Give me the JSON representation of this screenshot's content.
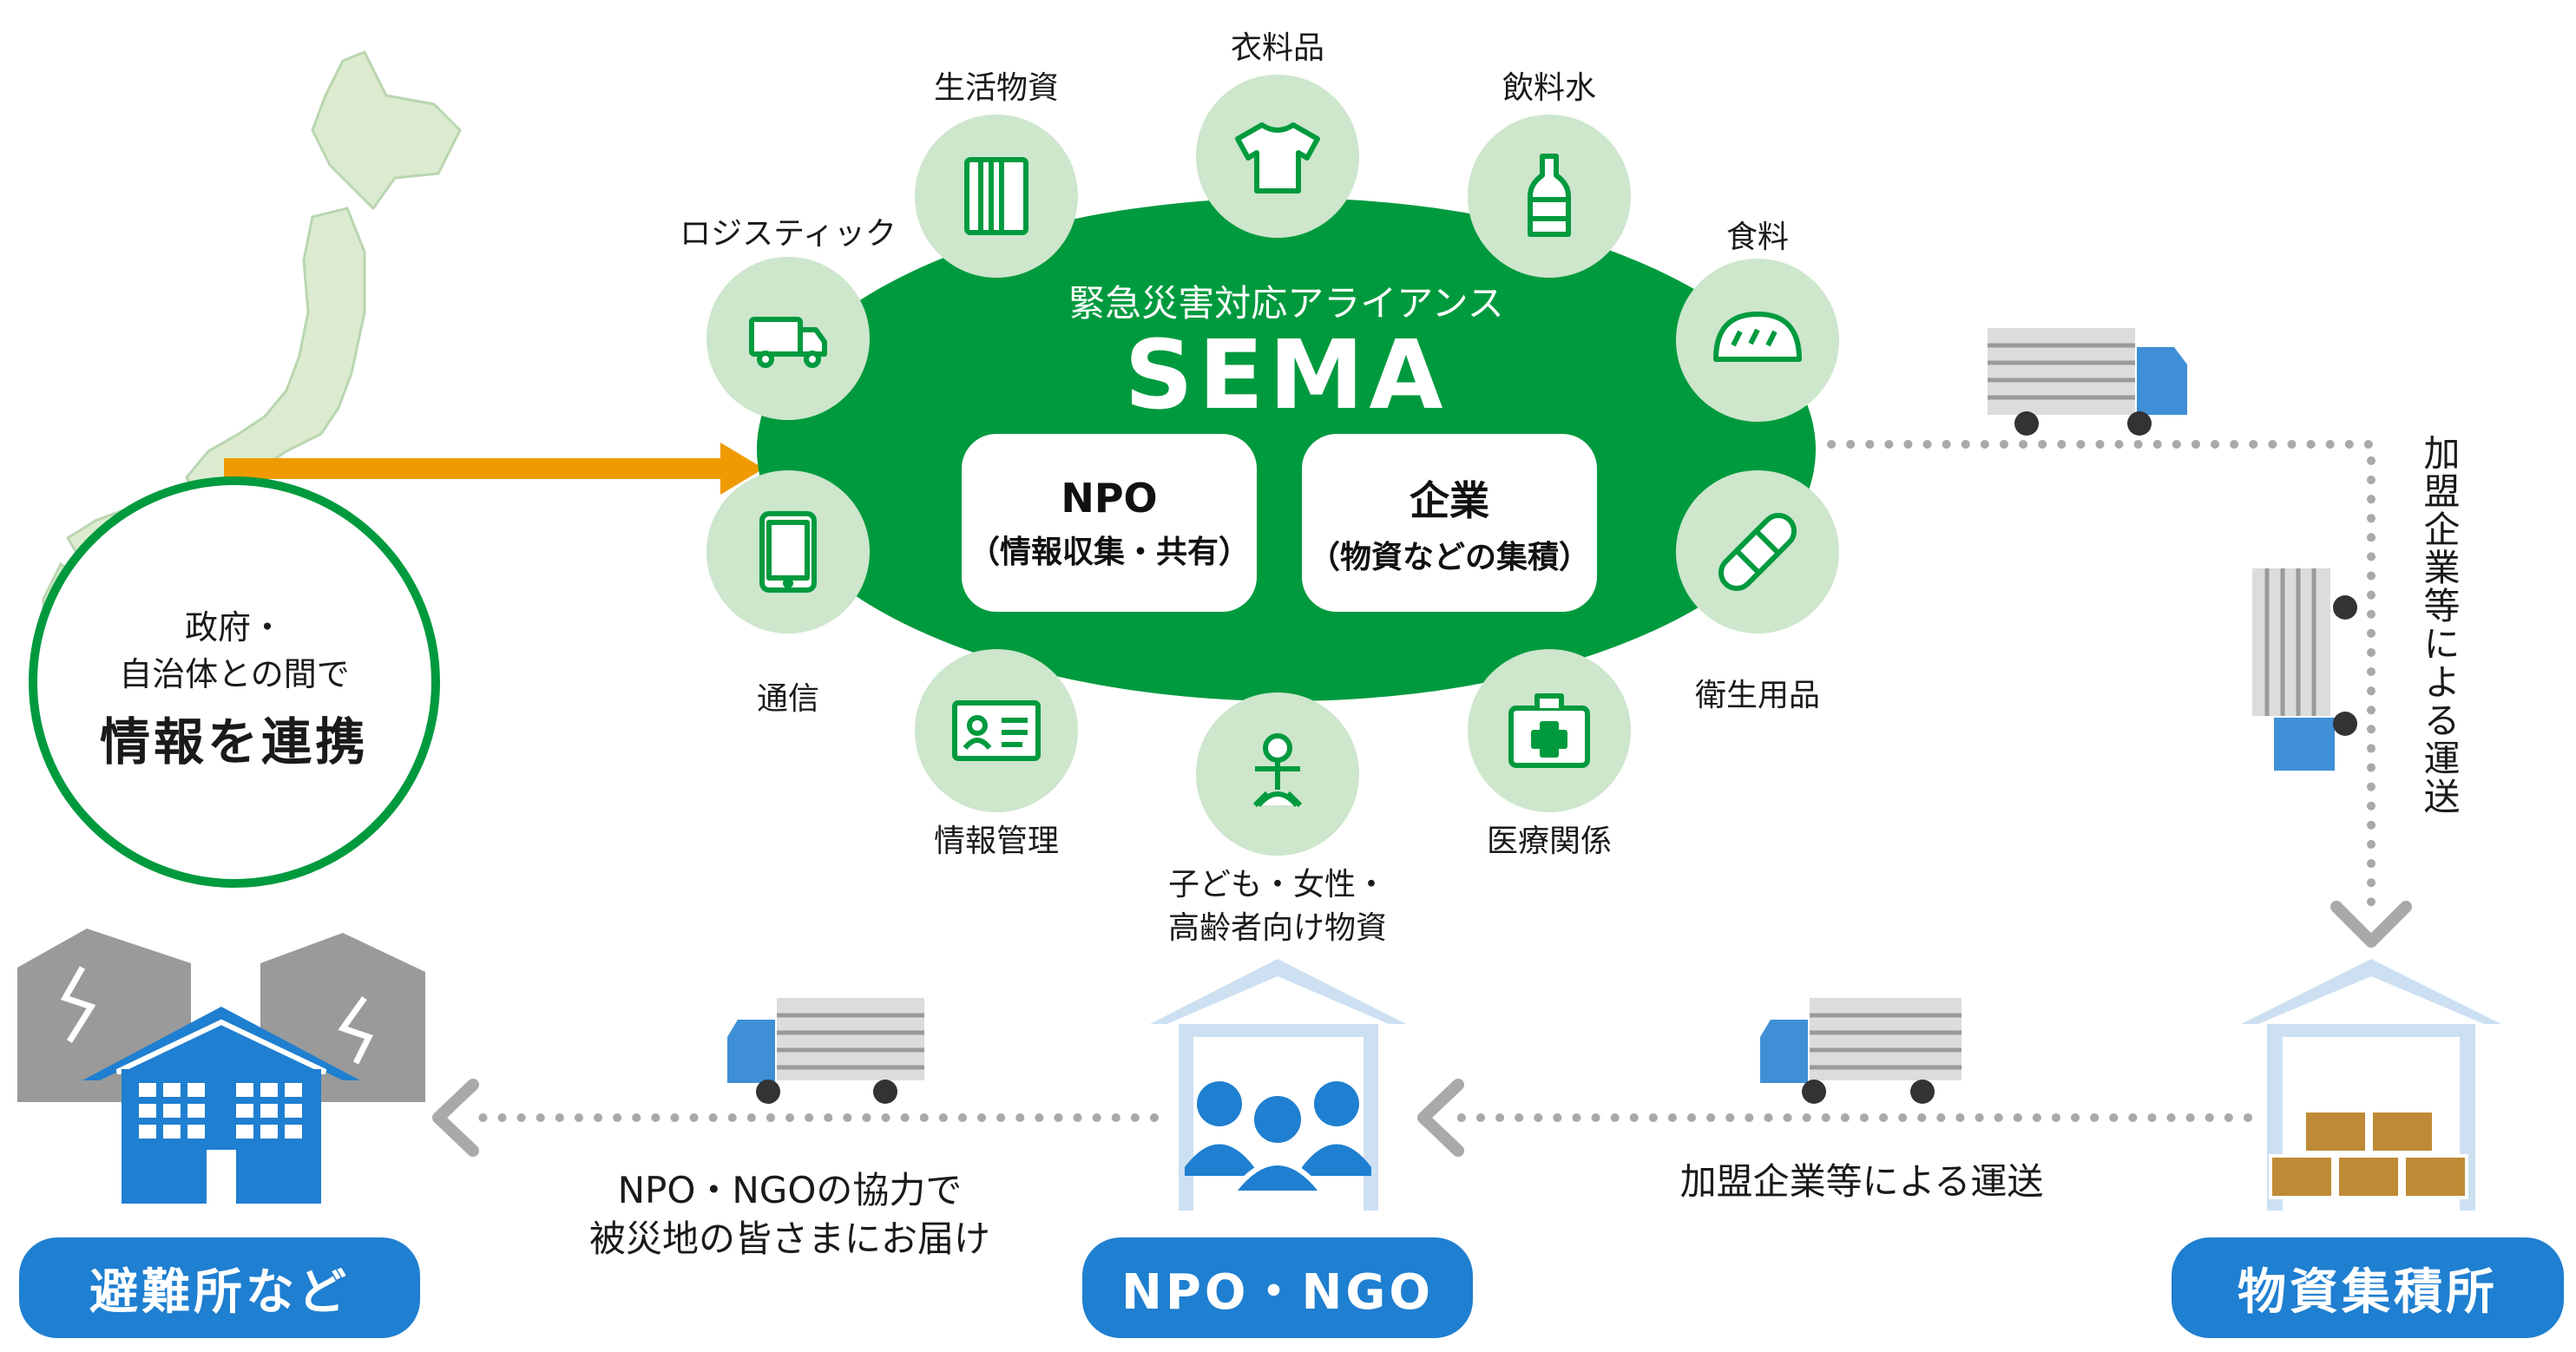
{
  "alliance": {
    "subtitle": "緊急災害対応アライアンス",
    "name": "SEMA",
    "npo_title": "NPO",
    "npo_desc": "（情報収集・共有）",
    "corp_title": "企業",
    "corp_desc": "（物資などの集積）"
  },
  "categories": [
    {
      "label": "ロジスティック",
      "icon": "truck-icon"
    },
    {
      "label": "生活物資",
      "icon": "notebook-icon"
    },
    {
      "label": "衣料品",
      "icon": "tshirt-icon"
    },
    {
      "label": "飲料水",
      "icon": "bottle-icon"
    },
    {
      "label": "食料",
      "icon": "bread-icon"
    },
    {
      "label": "衛生用品",
      "icon": "bandage-icon"
    },
    {
      "label": "医療関係",
      "icon": "first-aid-kit-icon"
    },
    {
      "label": "子ども・女性・",
      "label2": "高齢者向け物資",
      "icon": "baby-icon"
    },
    {
      "label": "情報管理",
      "icon": "id-card-icon"
    },
    {
      "label": "通信",
      "icon": "tablet-icon"
    }
  ],
  "government": {
    "line1": "政府・",
    "line2": "自治体との間で",
    "line3": "情報を連携"
  },
  "flows": {
    "to_depot": "加盟企業等による運送",
    "depot_to_npo": "加盟企業等による運送",
    "npo_to_shelter_1": "NPO・NGOの協力で",
    "npo_to_shelter_2": "被災地の皆さまにお届け"
  },
  "destinations": {
    "shelter": "避難所など",
    "npo": "NPO・NGO",
    "depot": "物資集積所"
  },
  "colors": {
    "green": "#009a3e",
    "icon_circle": "#cde6cc",
    "icon_stroke": "#009a3e",
    "orange": "#ef9a00",
    "blue": "#1f7fd0",
    "dots": "#a9a9a9",
    "map": "#dcebd0"
  }
}
